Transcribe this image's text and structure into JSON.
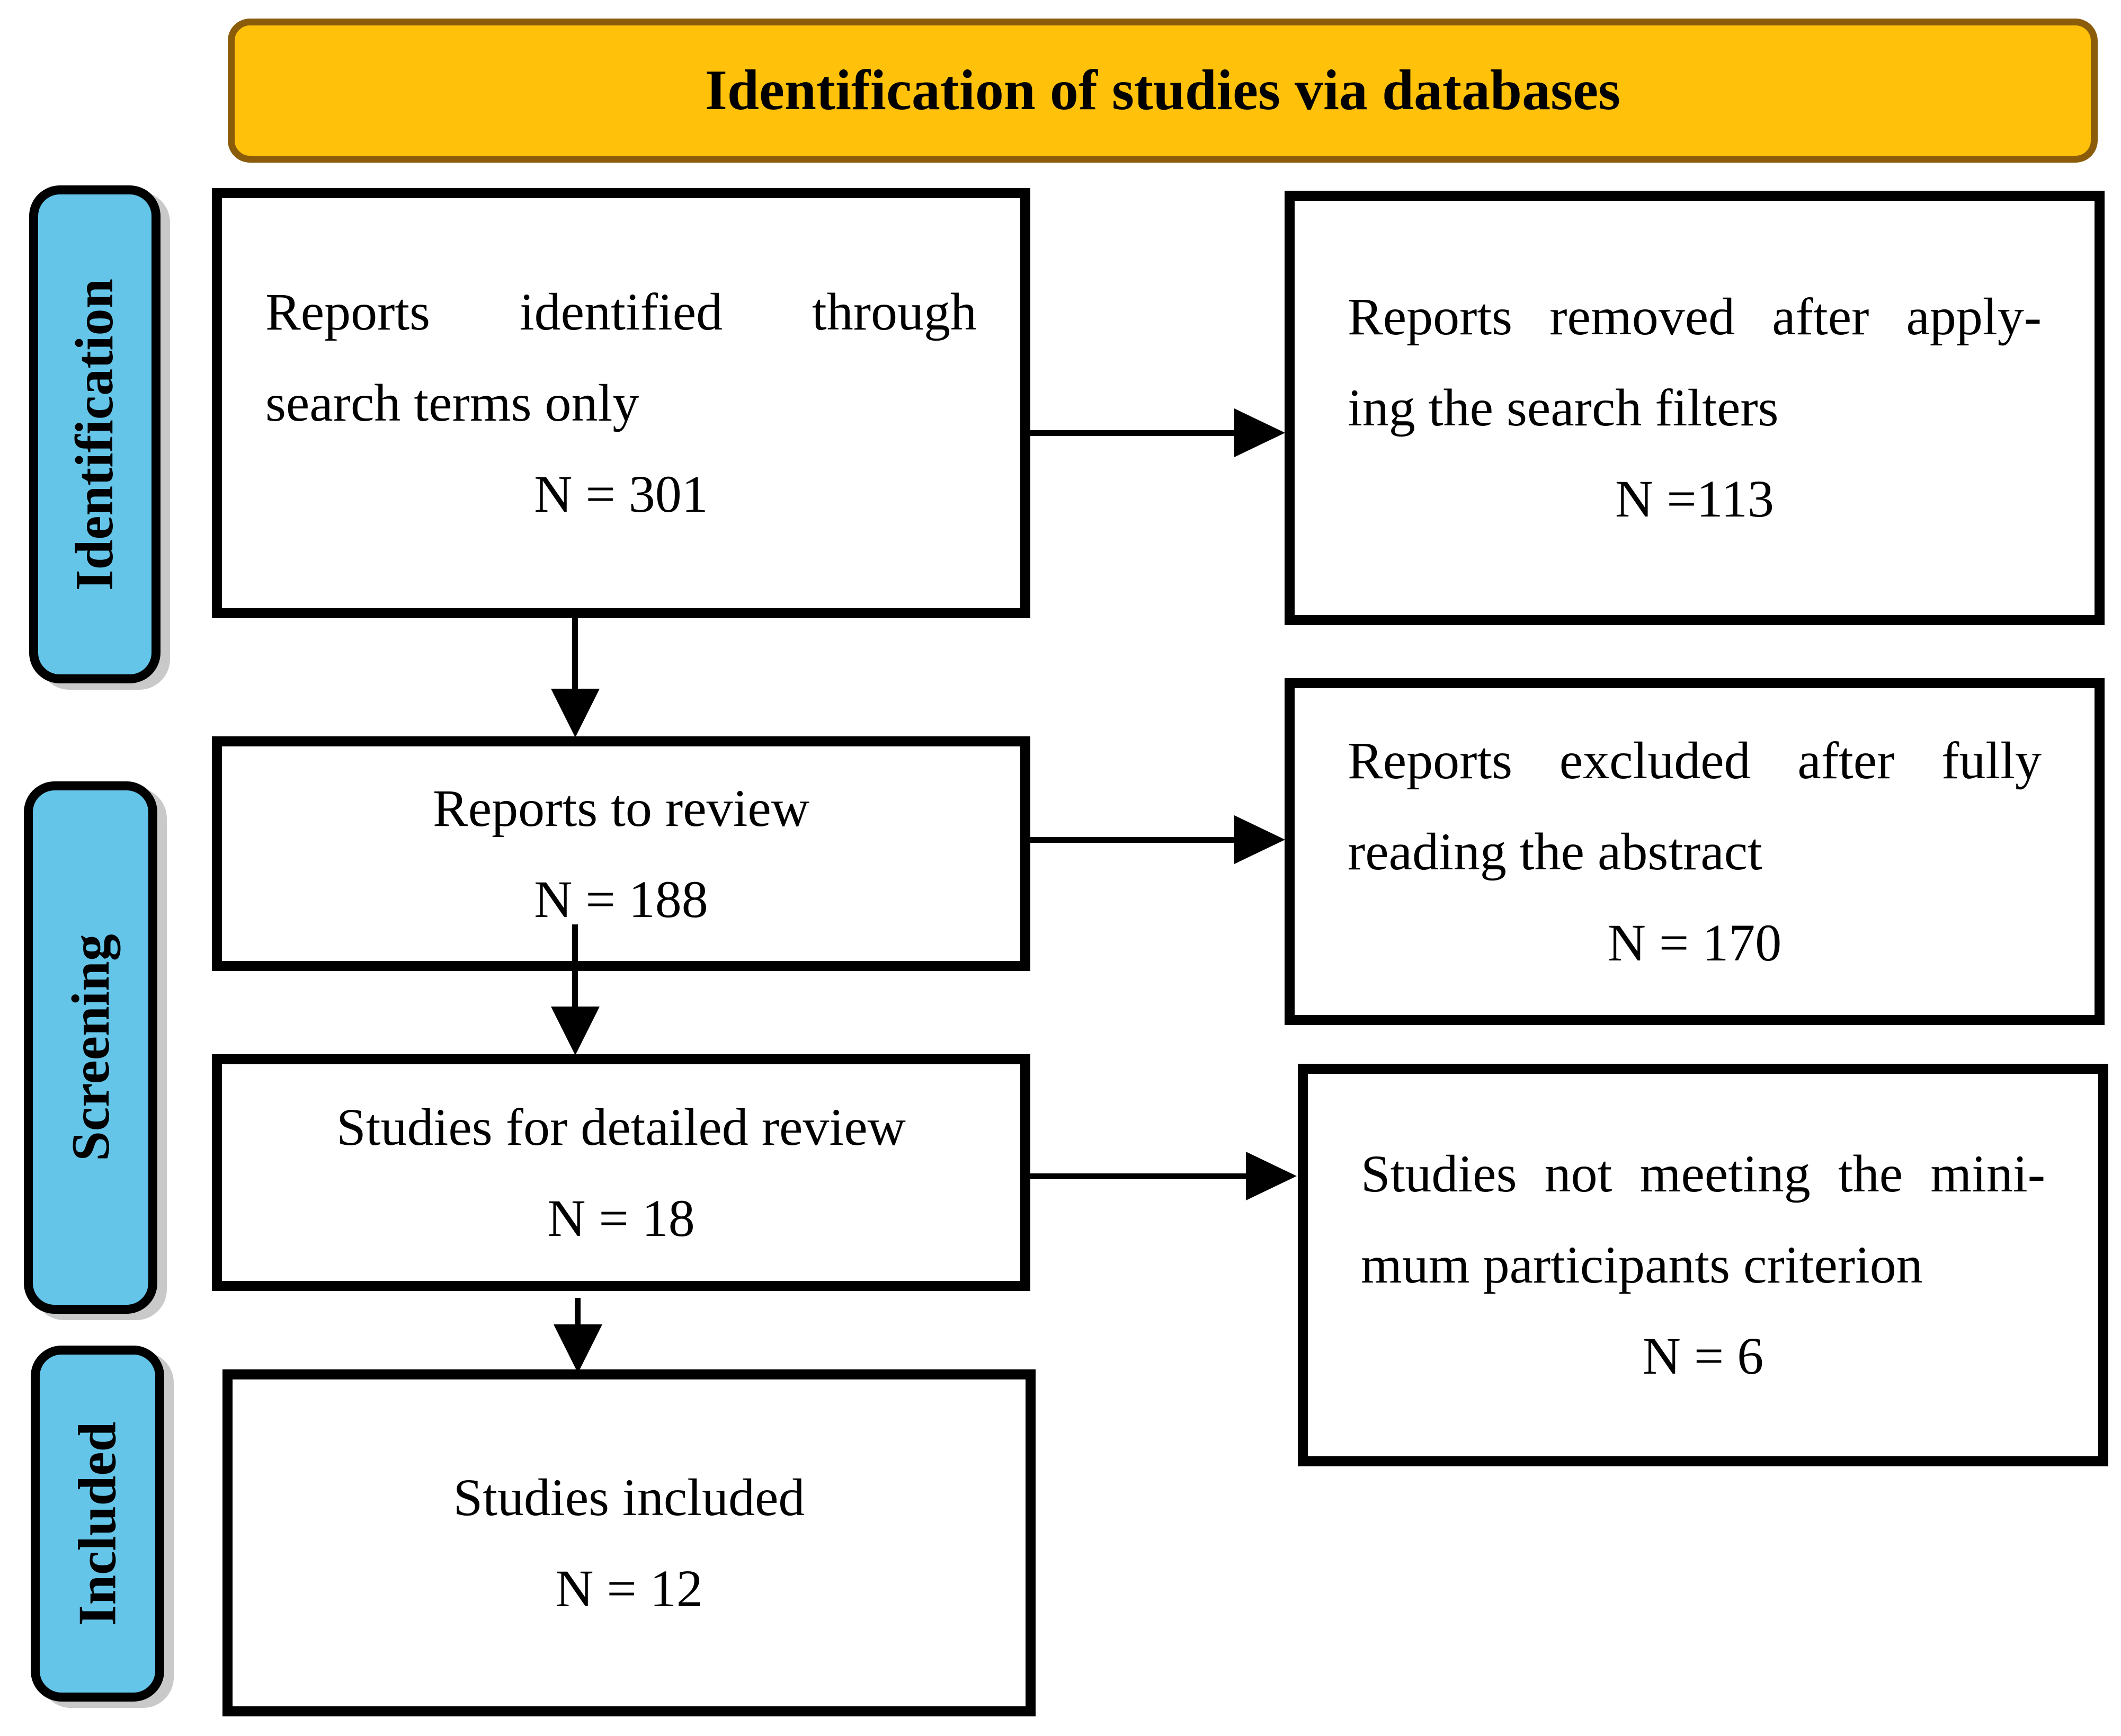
{
  "header": {
    "title": "Identification of studies via databases"
  },
  "sidebar": {
    "identification": "Identification",
    "screening": "Screening",
    "included": "Included"
  },
  "boxes": {
    "identified": {
      "line1": "Reports identified through",
      "line2": "search terms only",
      "n": "N = 301"
    },
    "removed": {
      "line1": "Reports removed after apply-",
      "line2": "ing the search filters",
      "n": "N =113"
    },
    "to_review": {
      "line1": "Reports to review",
      "n": "N = 188"
    },
    "excluded": {
      "line1": "Reports excluded after fully",
      "line2": "reading the abstract",
      "n": "N = 170"
    },
    "detailed": {
      "line1": "Studies for detailed review",
      "n": "N = 18"
    },
    "not_meeting": {
      "line1": "Studies not meeting the mini-",
      "line2": "mum participants criterion",
      "n": "N = 6"
    },
    "included": {
      "line1": "Studies included",
      "n": "N = 12"
    }
  },
  "colors": {
    "banner_fill": "#FFC10A",
    "banner_border": "#8B5C0A",
    "stage_fill": "#64C5E9",
    "box_border": "#000000"
  }
}
